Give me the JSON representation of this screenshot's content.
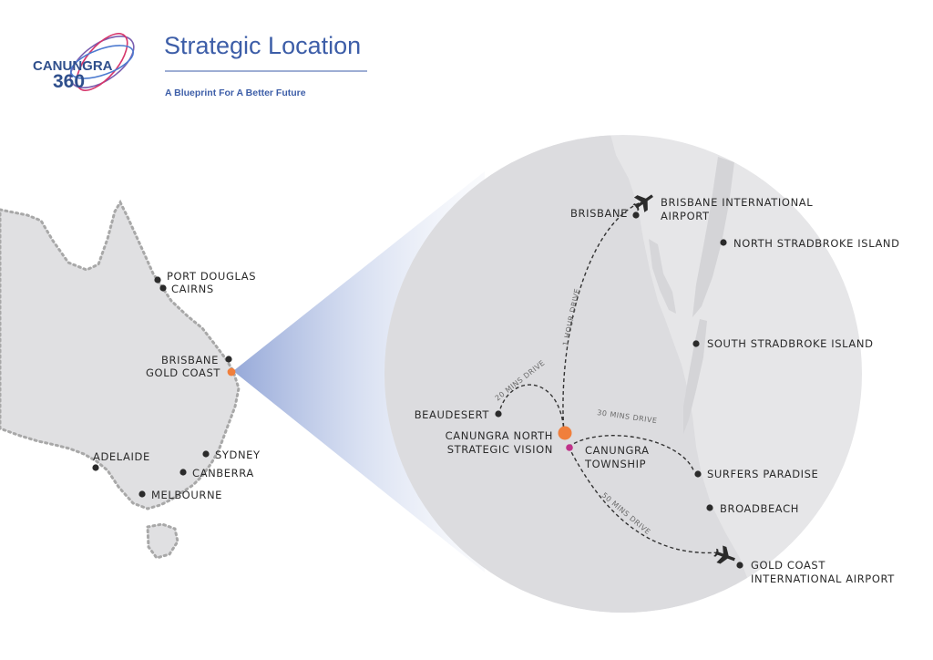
{
  "header": {
    "logo_word": "CANUNGRA",
    "logo_number": "360",
    "title": "Strategic Location",
    "subtitle": "A Blueprint For A Better Future"
  },
  "australia_labels": {
    "port_douglas": "PORT DOUGLAS",
    "cairns": "CAIRNS",
    "brisbane": "BRISBANE",
    "gold_coast": "GOLD COAST",
    "adelaide": "ADELAIDE",
    "sydney": "SYDNEY",
    "canberra": "CANBERRA",
    "melbourne": "MELBOURNE"
  },
  "detail_labels": {
    "brisbane": "BRISBANE",
    "brisbane_airport_1": "BRISBANE INTERNATIONAL",
    "brisbane_airport_2": "AIRPORT",
    "north_stradbroke": "NORTH STRADBROKE ISLAND",
    "south_stradbroke": "SOUTH STRADBROKE ISLAND",
    "beaudesert": "BEAUDESERT",
    "canungra_north_1": "CANUNGRA NORTH",
    "canungra_north_2": "STRATEGIC VISION",
    "canungra_township_1": "CANUNGRA",
    "canungra_township_2": "TOWNSHIP",
    "surfers_paradise": "SURFERS PARADISE",
    "broadbeach": "BROADBEACH",
    "gold_coast_airport_1": "GOLD COAST",
    "gold_coast_airport_2": "INTERNATIONAL AIRPORT"
  },
  "routes": {
    "brisbane": "1 HOUR DRIVE",
    "beaudesert": "20 MINS DRIVE",
    "surfers": "30 MINS DRIVE",
    "gold_coast_airport": "50 MINS DRIVE"
  },
  "icons": {
    "airport": "airplane-icon",
    "location": "dot-marker"
  },
  "colors": {
    "brand_blue": "#3d5ea8",
    "canungra_north_marker": "#f07f3c",
    "canungra_township_marker": "#c0328a",
    "gold_coast_marker": "#f07f3c",
    "land": "#e3e3e5",
    "water": "#e9e9ec"
  }
}
